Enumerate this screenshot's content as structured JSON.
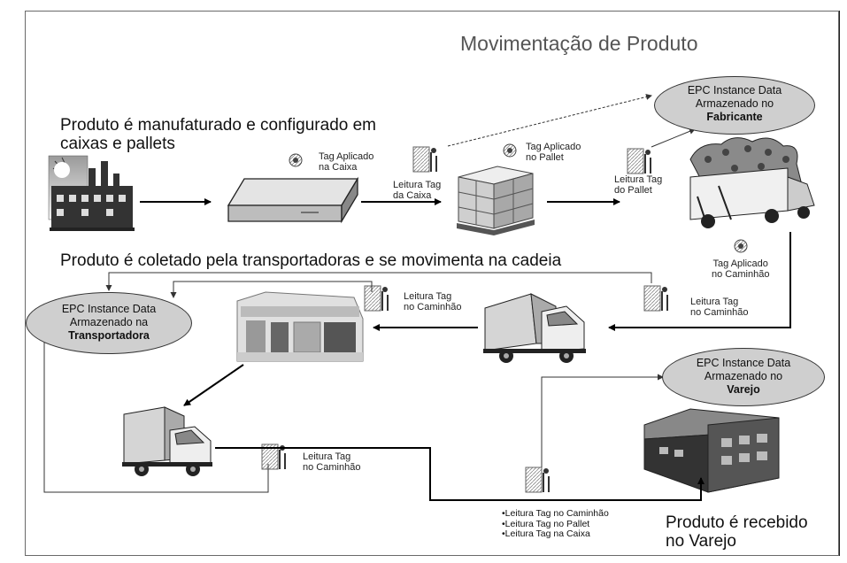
{
  "title": "Movimentação de Produto",
  "heading_manufacture": [
    "Produto é manufaturado e configurado em",
    "caixas e pallets"
  ],
  "heading_transport": "Produto é coletado pela transportadoras e se movimenta na cadeia",
  "heading_received": [
    "Produto é recebido",
    "no Varejo"
  ],
  "labels": {
    "tag_caixa": [
      "Tag Aplicado",
      "na Caixa"
    ],
    "tag_pallet": [
      "Tag Aplicado",
      "no Pallet"
    ],
    "leitura_caixa": [
      "Leitura Tag",
      "da Caixa"
    ],
    "leitura_pallet": [
      "Leitura Tag",
      "do Pallet"
    ],
    "tag_caminhao": [
      "Tag Aplicado",
      "no Caminhão"
    ],
    "leitura_caminhao_right": [
      "Leitura Tag",
      "no Caminhão"
    ],
    "leitura_caminhao_mid": [
      "Leitura Tag",
      "no Caminhão"
    ],
    "leitura_caminhao_bottom": [
      "Leitura Tag",
      "no Caminhão"
    ]
  },
  "ellipses": {
    "fabricante": [
      "EPC Instance Data",
      "Armazenado no",
      "Fabricante"
    ],
    "transportadora": [
      "EPC Instance Data",
      "Armazenado na",
      "Transportadora"
    ],
    "varejo": [
      "EPC Instance Data",
      "Armazenado no",
      "Varejo"
    ]
  },
  "bullets": [
    "•Leitura Tag no Caminhão",
    "•Leitura Tag no Pallet",
    "•Leitura Tag na Caixa"
  ]
}
